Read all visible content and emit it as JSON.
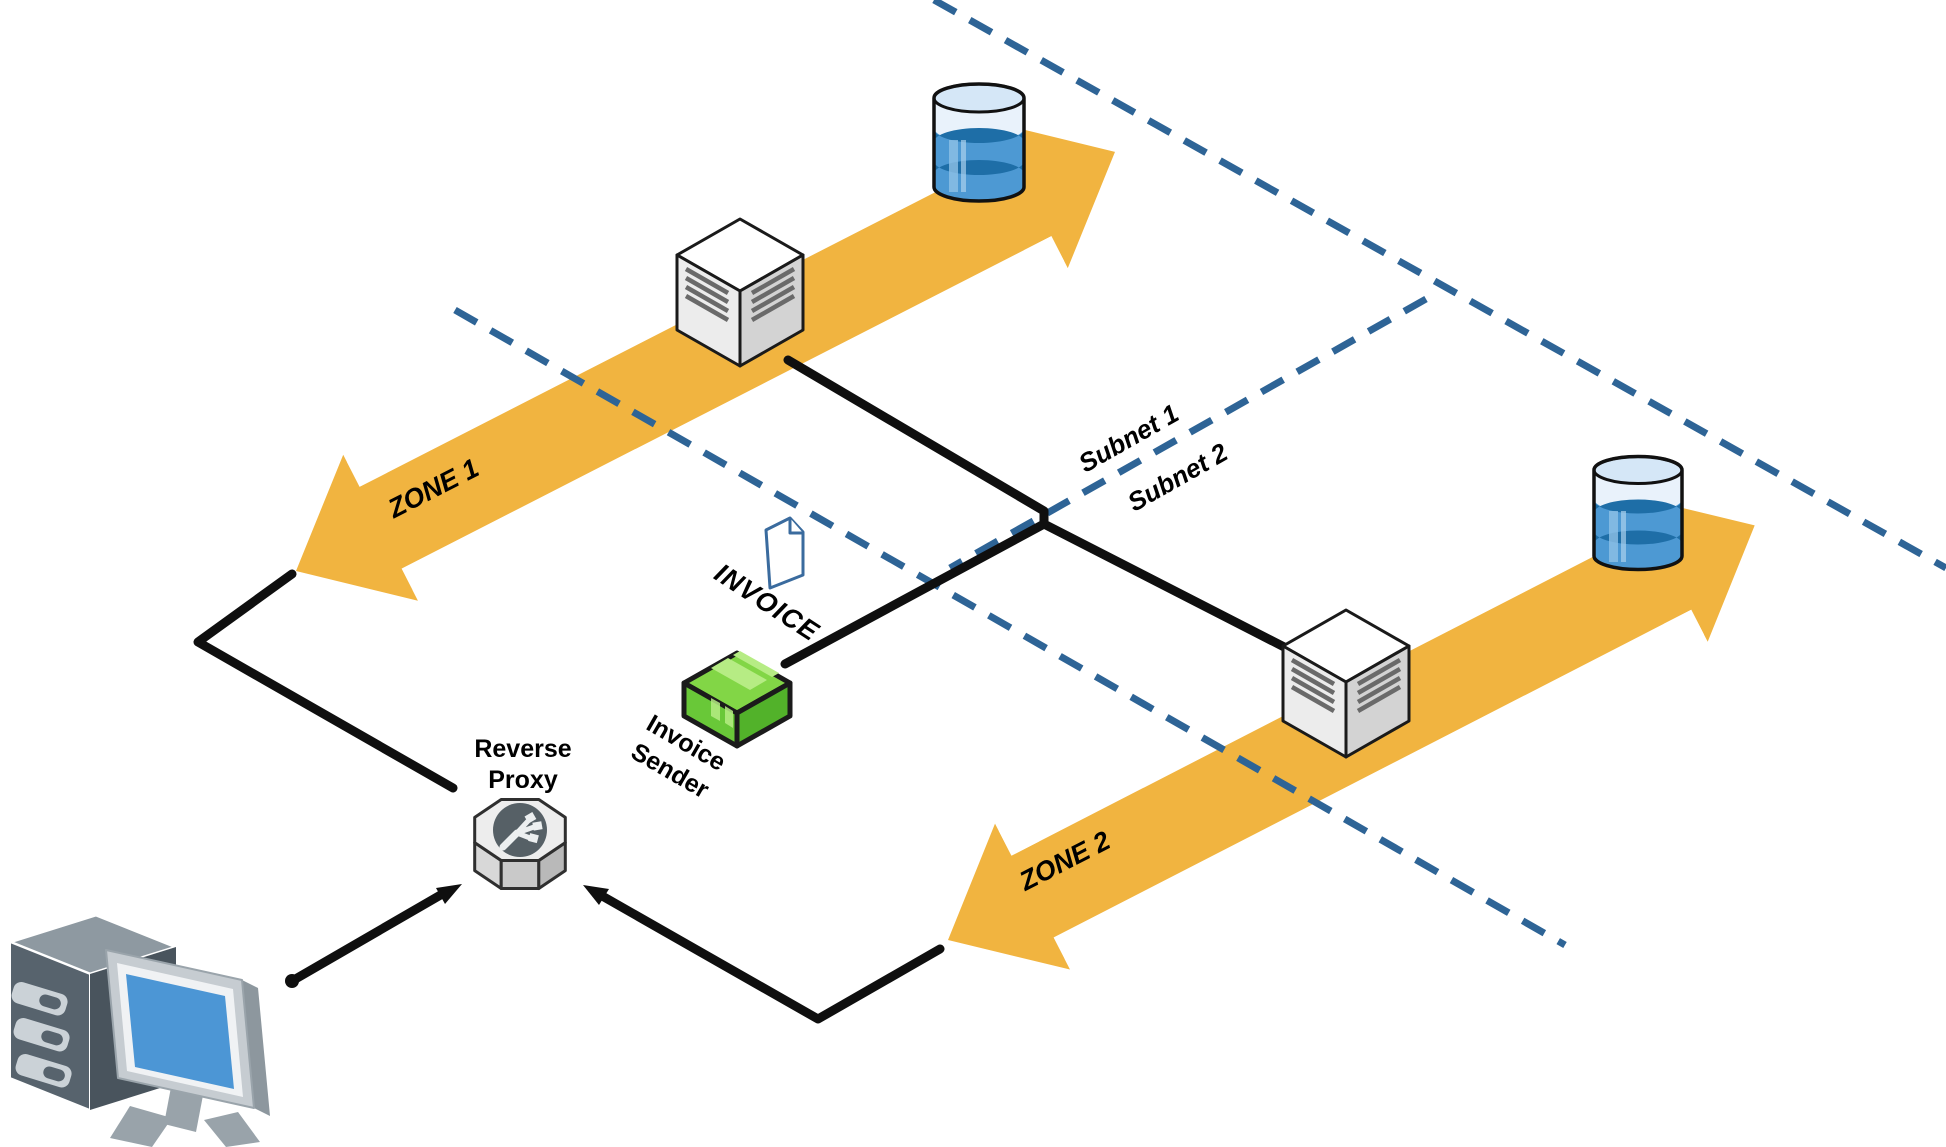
{
  "diagram": {
    "zones": [
      {
        "label": "ZONE 1"
      },
      {
        "label": "ZONE 2"
      }
    ],
    "subnets": [
      {
        "label": "Subnet 1"
      },
      {
        "label": "Subnet 2"
      }
    ],
    "nodes": {
      "reverse_proxy": {
        "line1": "Reverse",
        "line2": "Proxy"
      },
      "invoice_sender": {
        "line1": "Invoice",
        "line2": "Sender"
      },
      "invoice_document": {
        "label": "INVOICE"
      }
    },
    "icons": {
      "zone1_server": "server-cube-icon",
      "zone1_database": "database-cylinder-icon",
      "zone2_server": "server-cube-icon",
      "zone2_database": "database-cylinder-icon",
      "reverse_proxy": "proxy-octagon-icon",
      "invoice_sender": "package-box-icon",
      "invoice_document": "document-page-icon",
      "client": "workstation-icon"
    },
    "colors": {
      "zone_arrow": "#F1B440",
      "subnet_dash": "#2E6496",
      "connector": "#0f0f0f",
      "database_body": "#4D99D3",
      "database_band": "#1E6EA7",
      "database_top": "#D5E7F7",
      "sender_green_top": "#82D646",
      "proxy_circle": "#566066",
      "screen_blue": "#4C96D5"
    }
  }
}
